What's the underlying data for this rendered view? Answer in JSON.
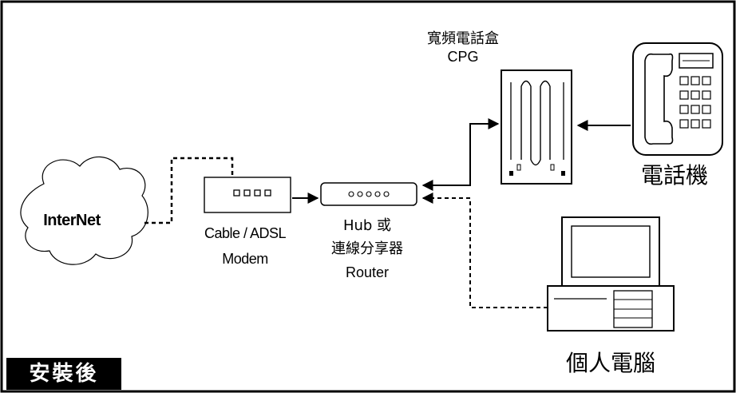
{
  "cpg": {
    "title": "寬頻電話盒",
    "subtitle": "CPG"
  },
  "phone": {
    "label": "電話機"
  },
  "modem": {
    "label_line1": "Cable / ADSL",
    "label_line2": "Modem"
  },
  "hub": {
    "label_line1": "Hub 或",
    "label_line2": "連線分享器",
    "label_line3": "Router"
  },
  "pc": {
    "label": "個人電腦"
  },
  "cloud": {
    "label": "InterNet"
  },
  "badge": {
    "label": "安裝後"
  }
}
